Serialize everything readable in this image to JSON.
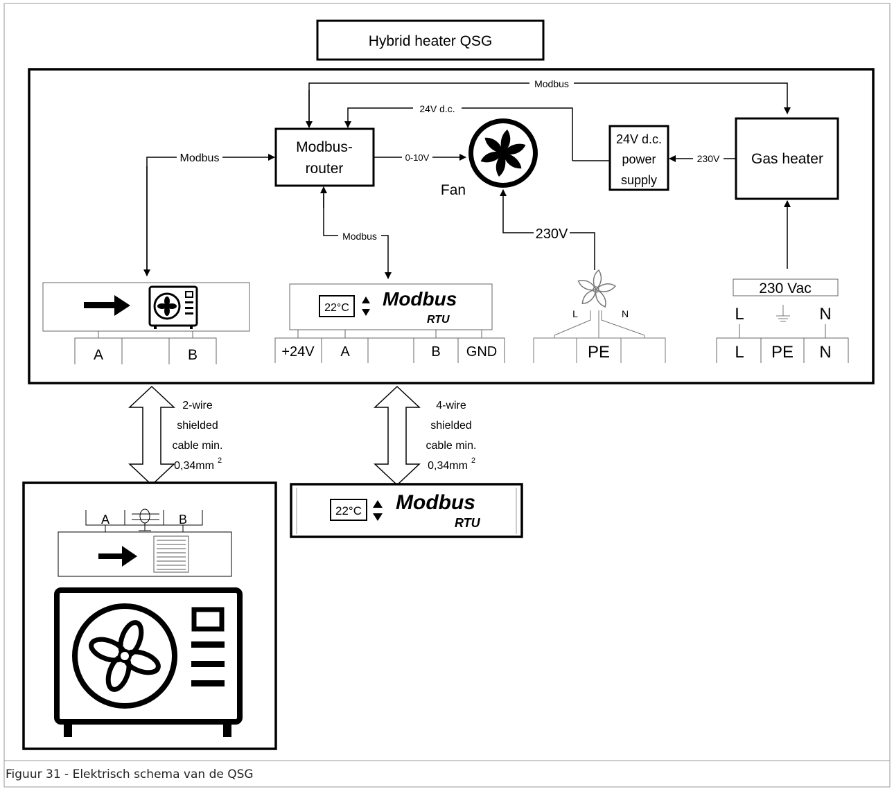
{
  "title": "Hybrid heater QSG",
  "caption": "Figuur 31 - Elektrisch schema van de QSG",
  "labels": {
    "modbus_top": "Modbus",
    "dc_line": "24V d.c.",
    "modbus_left": "Modbus",
    "signal": "0-10V",
    "modbus_mid": "Modbus",
    "fan_230": "230V",
    "psu_230": "230V"
  },
  "boxes": {
    "router_line1": "Modbus-",
    "router_line2": "router",
    "psu_line1": "24V d.c.",
    "psu_line2": "power",
    "psu_line3": "supply",
    "gas_heater": "Gas heater",
    "fan": "Fan"
  },
  "terminals": {
    "heatpump": [
      "A",
      "",
      "B"
    ],
    "rtu": [
      "+24V",
      "A",
      "",
      "B",
      "GND"
    ],
    "fan": [
      "",
      "PE",
      ""
    ],
    "mains": [
      "L",
      "PE",
      "N"
    ]
  },
  "fan_wires": {
    "l": "L",
    "n": "N"
  },
  "mains": {
    "supply": "230 Vac",
    "l": "L",
    "n": "N"
  },
  "rtu_panel": {
    "temp": "22°C",
    "brand": "Modbus",
    "protocol": "RTU"
  },
  "cables": {
    "heatpump": [
      "2-wire",
      "shielded",
      "cable  min.",
      "0,34mm"
    ],
    "rtu": [
      "4-wire",
      "shielded",
      "cable  min.",
      "0,34mm"
    ],
    "superscript": "2"
  },
  "outdoor_unit": {
    "a": "A",
    "b": "B"
  }
}
